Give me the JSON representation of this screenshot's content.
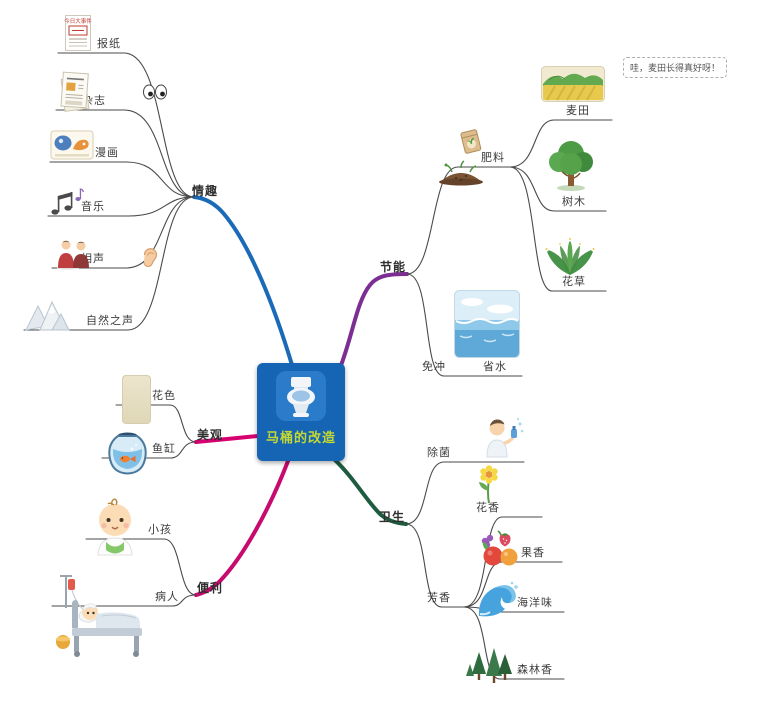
{
  "center": {
    "label": "马桶的改造"
  },
  "branches": {
    "fun": {
      "label": "情趣"
    },
    "energy": {
      "label": "节能"
    },
    "beauty": {
      "label": "美观"
    },
    "hygiene": {
      "label": "卫生"
    },
    "convenience": {
      "label": "便利"
    }
  },
  "leaves": {
    "newspaper": {
      "label": "报纸"
    },
    "magazine": {
      "label": "杂志"
    },
    "comic": {
      "label": "漫画"
    },
    "music": {
      "label": "音乐"
    },
    "crosstalk": {
      "label": "相声"
    },
    "nature_sound": {
      "label": "自然之声"
    },
    "fertilizer": {
      "label": "肥料"
    },
    "wheat_field": {
      "label": "麦田"
    },
    "trees": {
      "label": "树木"
    },
    "flowers_grass": {
      "label": "花草"
    },
    "no_flush": {
      "label": "免冲"
    },
    "save_water": {
      "label": "省水"
    },
    "sterilize": {
      "label": "除菌"
    },
    "fragrance": {
      "label": "芳香"
    },
    "floral_scent": {
      "label": "花香"
    },
    "fruit_scent": {
      "label": "果香"
    },
    "ocean_scent": {
      "label": "海洋味"
    },
    "forest_scent": {
      "label": "森林香"
    },
    "kids": {
      "label": "小孩"
    },
    "patient": {
      "label": "病人"
    },
    "pattern": {
      "label": "花色"
    },
    "fish_tank": {
      "label": "鱼缸"
    }
  },
  "callout": {
    "text": "哇，麦田长得真好呀！"
  },
  "icons": {
    "newspaper_title": "今日大事件"
  },
  "colors": {
    "center_bg": "#1565b4",
    "center_text": "#c6d830",
    "branch_fun": "#1a6ab8",
    "branch_energy": "#7c2e93",
    "branch_beauty": "#d60070",
    "branch_hygiene": "#1e5c40",
    "branch_convenience": "#c70a6e",
    "connector": "#4a4a4a"
  }
}
